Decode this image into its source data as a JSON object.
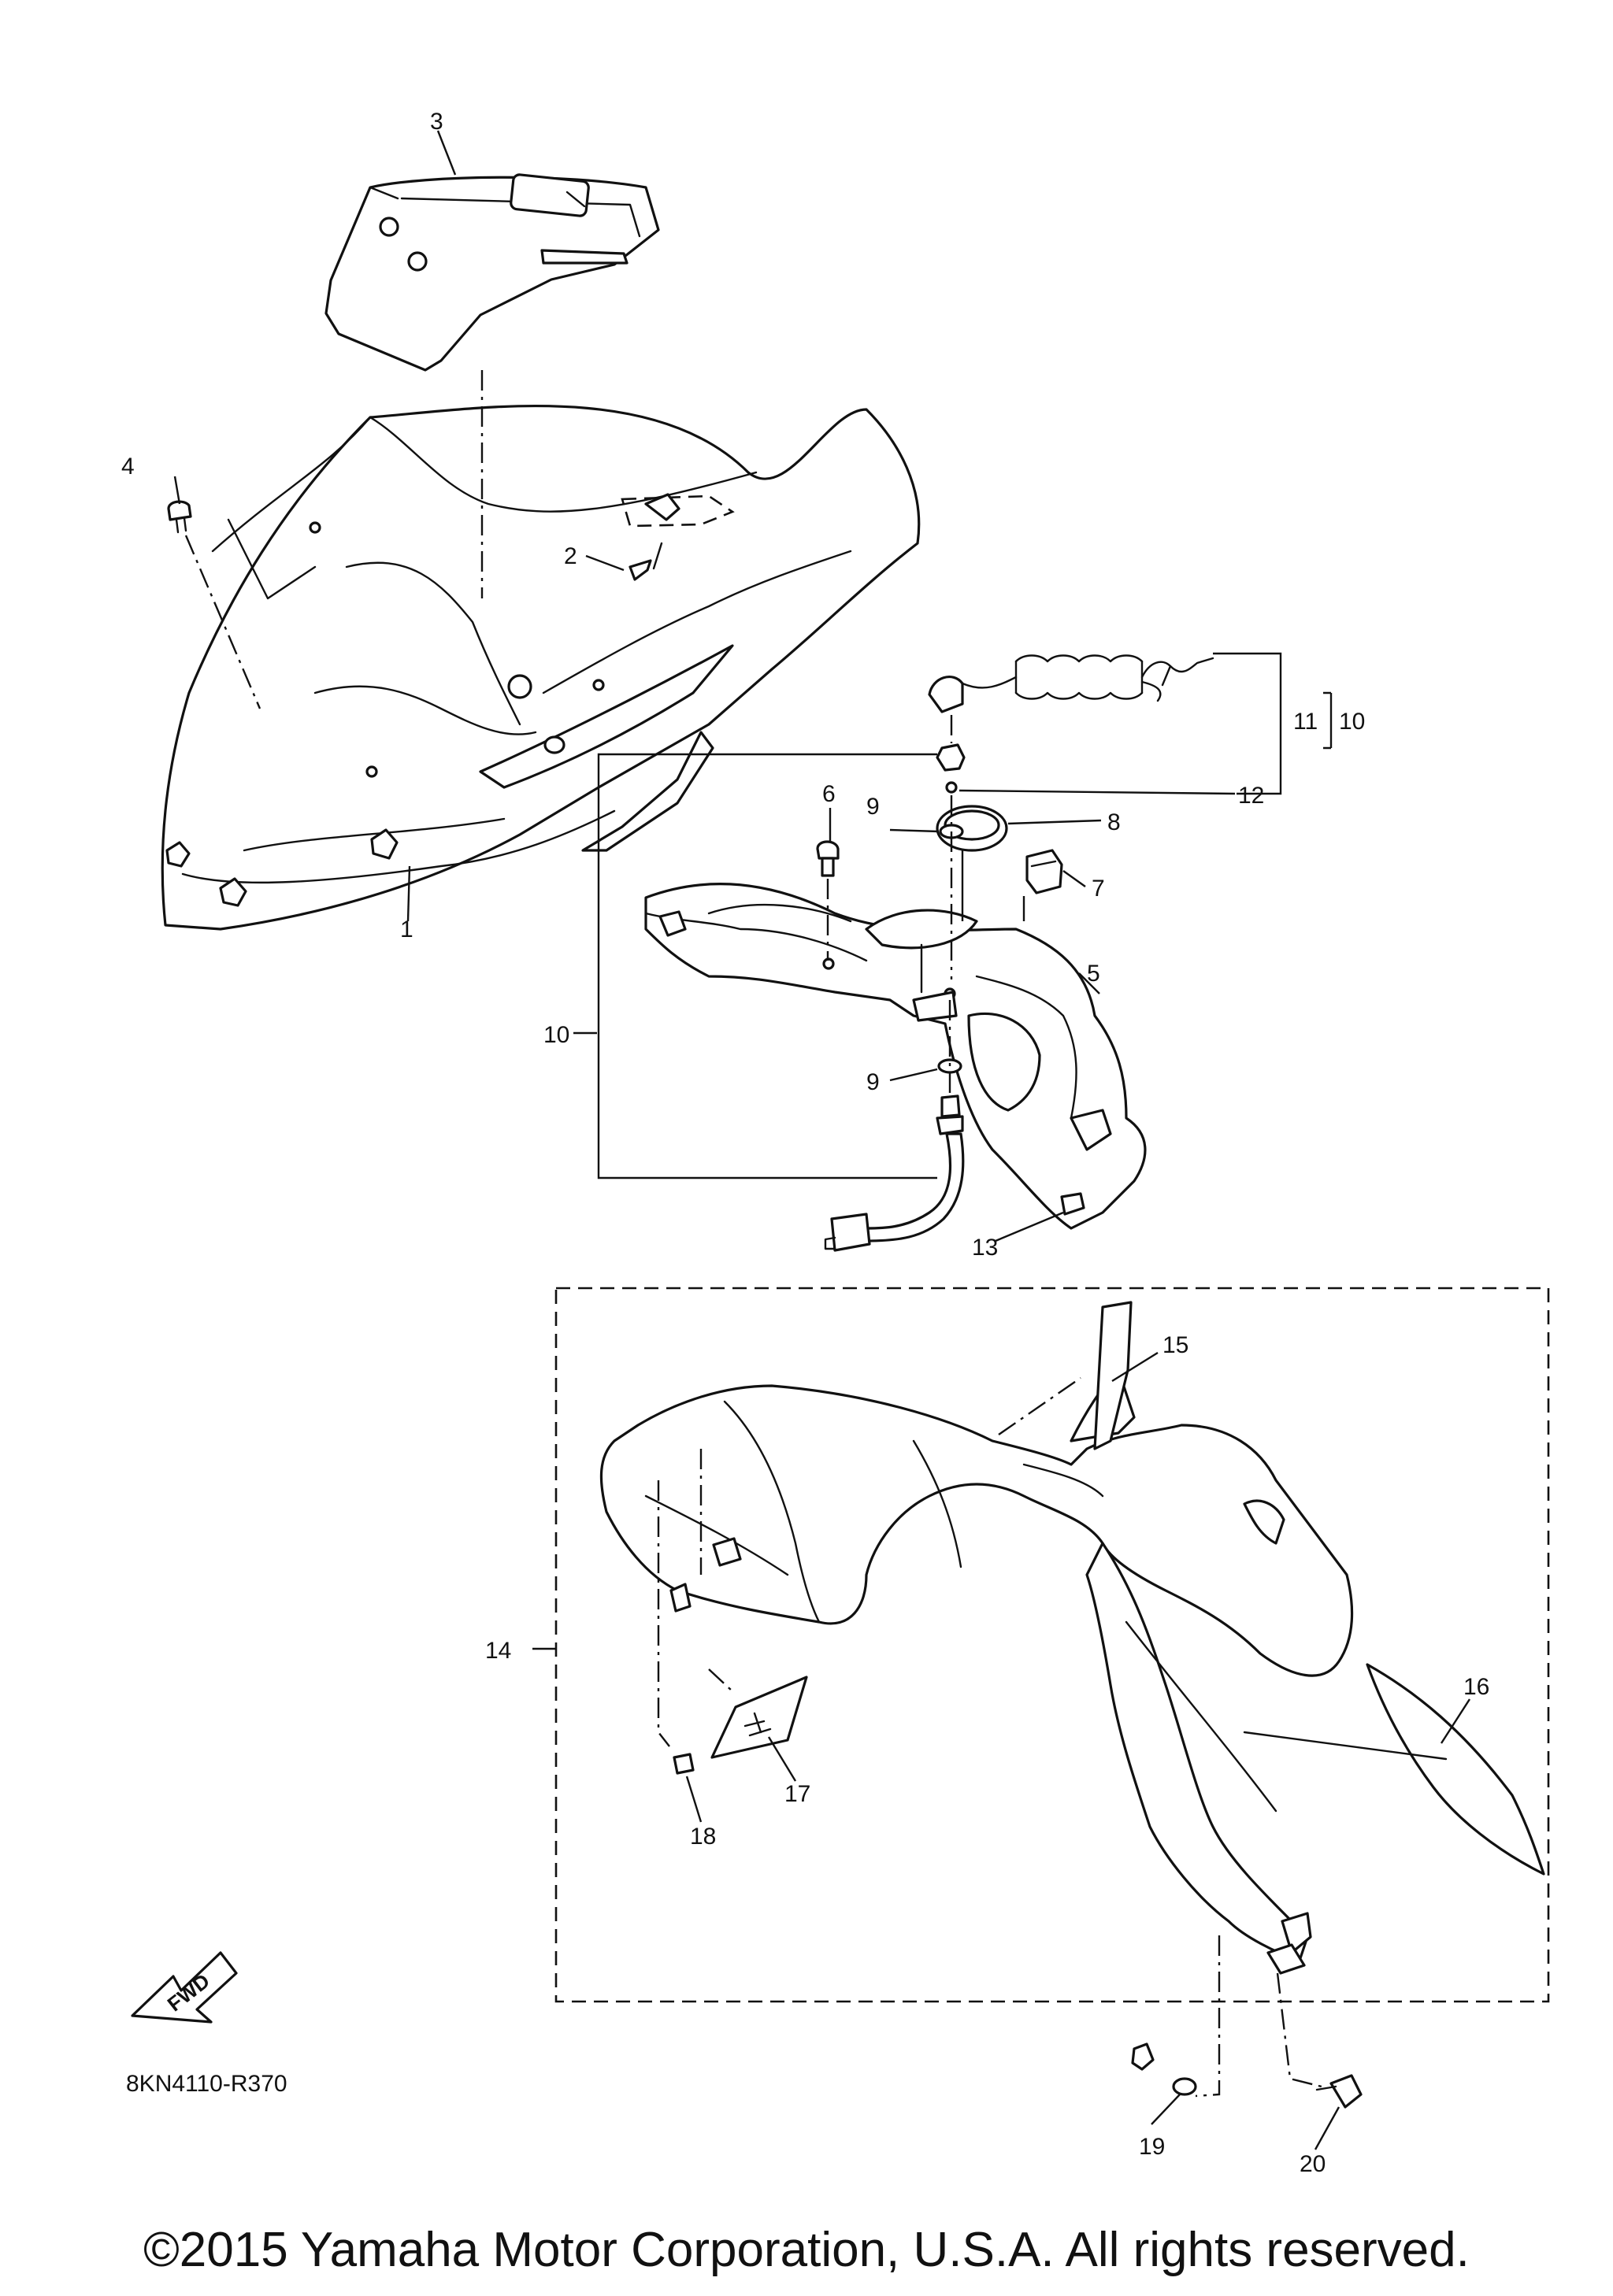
{
  "callouts": {
    "c1": "1",
    "c2": "2",
    "c3": "3",
    "c4": "4",
    "c5": "5",
    "c6": "6",
    "c7": "7",
    "c8": "8",
    "c9a": "9",
    "c9b": "9",
    "c10a": "10",
    "c10b": "10",
    "c11": "11",
    "c12": "12",
    "c13": "13",
    "c14": "14",
    "c15": "15",
    "c16": "16",
    "c17": "17",
    "c18": "18",
    "c19": "19",
    "c20": "20"
  },
  "fwd_label": "FWD",
  "diagram_code": "8KN4110-R370",
  "copyright": "©2015 Yamaha Motor Corporation, U.S.A. All rights reserved."
}
